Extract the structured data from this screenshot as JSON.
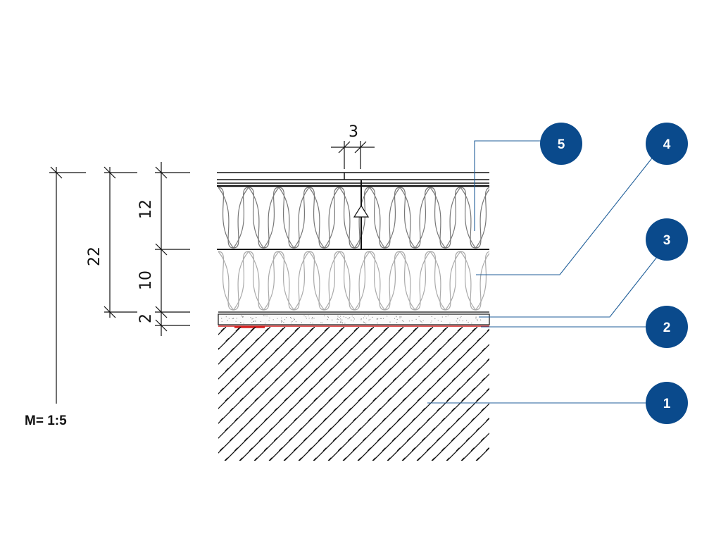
{
  "scale_label": "M= 1:5",
  "dimensions": {
    "joint_width": "3",
    "total_height": "22",
    "upper_insulation": "12",
    "lower_insulation": "10",
    "base_layer": "2"
  },
  "markers": [
    {
      "id": "marker-1",
      "label": "1"
    },
    {
      "id": "marker-2",
      "label": "2"
    },
    {
      "id": "marker-3",
      "label": "3"
    },
    {
      "id": "marker-4",
      "label": "4"
    },
    {
      "id": "marker-5",
      "label": "5"
    }
  ],
  "colors": {
    "marker_fill": "#0a4a8c",
    "leader_line": "#1f5e99",
    "membrane": "#d62020",
    "line": "#111111",
    "insulation_lower": "#9a9a9a"
  }
}
